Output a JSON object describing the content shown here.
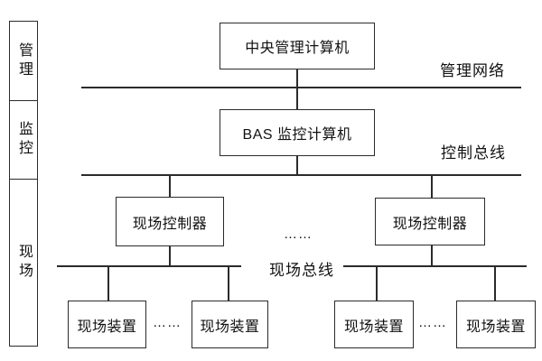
{
  "colors": {
    "line": "#2b2b2b",
    "text": "#111111",
    "background": "#ffffff"
  },
  "sidebar": {
    "levels": [
      "管理",
      "监控",
      "现场"
    ]
  },
  "nodes": {
    "central_computer": "中央管理计算机",
    "bas_computer": "BAS 监控计算机",
    "field_controller_left": "现场控制器",
    "field_controller_right": "现场控制器",
    "field_device_1": "现场装置",
    "field_device_2": "现场装置",
    "field_device_3": "现场装置",
    "field_device_4": "现场装置"
  },
  "bus_labels": {
    "management_network": "管理网络",
    "control_bus": "控制总线",
    "field_bus": "现场总线"
  },
  "ellipsis": {
    "between_controllers": "……",
    "between_devices_left": "……",
    "between_devices_right": "……"
  }
}
